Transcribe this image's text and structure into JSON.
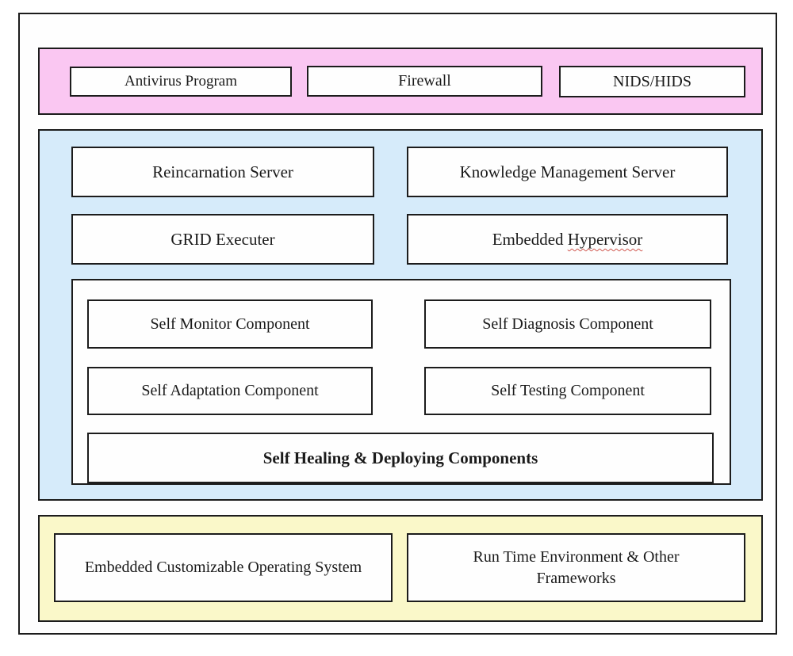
{
  "colors": {
    "security_band_bg": "#fac7f2",
    "middleware_band_bg": "#d6ebfa",
    "platform_band_bg": "#faf8c9",
    "box_border": "#1c1c1c",
    "box_bg": "#fefefe",
    "text_color": "#1a1a1a",
    "spellcheck_underline": "#d05a52"
  },
  "security_band": {
    "boxes": [
      {
        "label": "Antivirus Program"
      },
      {
        "label": "Firewall"
      },
      {
        "label": "NIDS/HIDS"
      }
    ]
  },
  "middleware_band": {
    "boxes": [
      {
        "label": "Reincarnation Server"
      },
      {
        "label": "Knowledge Management Server"
      },
      {
        "label": "GRID Executer"
      },
      {
        "label_prefix": "Embedded ",
        "label_marked": "Hypervisor"
      }
    ],
    "self_components": {
      "boxes": [
        {
          "label": "Self Monitor Component"
        },
        {
          "label": "Self Diagnosis Component"
        },
        {
          "label": "Self Adaptation Component"
        },
        {
          "label": "Self Testing Component"
        }
      ],
      "footer": {
        "label": "Self Healing & Deploying Components"
      }
    }
  },
  "platform_band": {
    "boxes": [
      {
        "label": "Embedded Customizable Operating System"
      },
      {
        "label": "Run Time Environment & Other Frameworks"
      }
    ]
  }
}
